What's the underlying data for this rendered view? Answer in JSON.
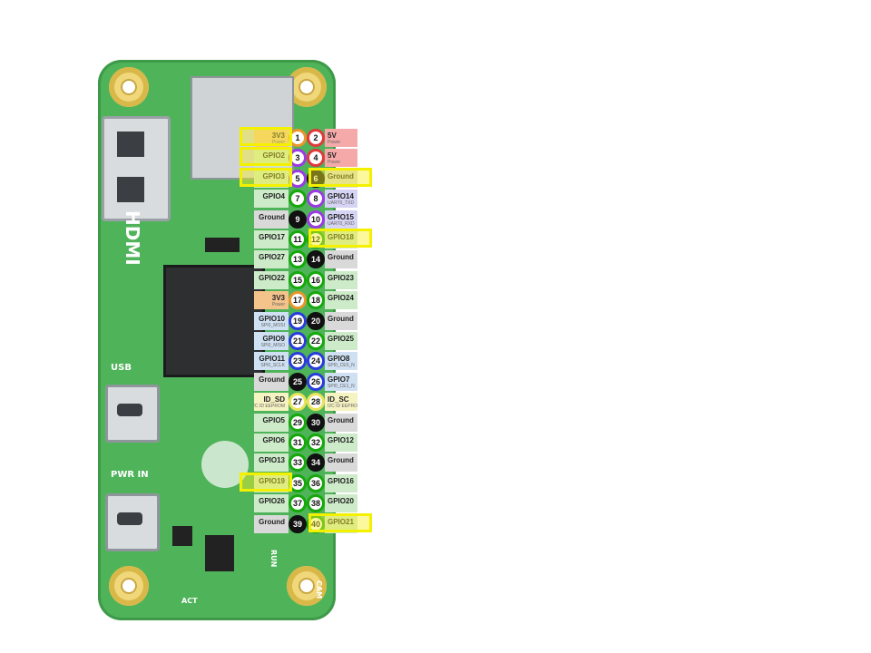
{
  "board": {
    "silkscreen": [
      "HDMI",
      "USB",
      "PWR IN",
      "ACT",
      "RUN",
      "CAM"
    ]
  },
  "colors": {
    "green": "#17a80c",
    "purple": "#9b3be3",
    "blue": "#2a3cdc",
    "power5v": "#e03a3a",
    "power3v3": "#e8962a",
    "ground": "#111111",
    "eeprom": "#e9e45a",
    "highlight": "#f3f000"
  },
  "pins": [
    {
      "n": "1",
      "label": "3V3",
      "sub": "Power",
      "bg": "#f4c38b",
      "ring": "#e8962a",
      "hl": true
    },
    {
      "n": "2",
      "label": "5V",
      "sub": "Power",
      "bg": "#f6a9a9",
      "ring": "#e03a3a",
      "hl": false
    },
    {
      "n": "3",
      "label": "GPIO2",
      "sub": "",
      "bg": "#cdeac9",
      "ring": "#9b3be3",
      "hl": true
    },
    {
      "n": "4",
      "label": "5V",
      "sub": "Power",
      "bg": "#f6a9a9",
      "ring": "#e03a3a",
      "hl": false
    },
    {
      "n": "5",
      "label": "GPIO3",
      "sub": "",
      "bg": "#cdeac9",
      "ring": "#9b3be3",
      "hl": true
    },
    {
      "n": "6",
      "label": "Ground",
      "sub": "",
      "bg": "#d9d9d9",
      "ring": "#111111",
      "hl": true
    },
    {
      "n": "7",
      "label": "GPIO4",
      "sub": "",
      "bg": "#cdeac9",
      "ring": "#17a80c",
      "hl": false
    },
    {
      "n": "8",
      "label": "GPIO14",
      "sub": "UART0_TXD",
      "bg": "#d6d4f4",
      "ring": "#9b3be3",
      "hl": false
    },
    {
      "n": "9",
      "label": "Ground",
      "sub": "",
      "bg": "#d9d9d9",
      "ring": "#111111",
      "hl": false
    },
    {
      "n": "10",
      "label": "GPIO15",
      "sub": "UART0_RXD",
      "bg": "#d6d4f4",
      "ring": "#9b3be3",
      "hl": false
    },
    {
      "n": "11",
      "label": "GPIO17",
      "sub": "",
      "bg": "#cdeac9",
      "ring": "#17a80c",
      "hl": false
    },
    {
      "n": "12",
      "label": "GPIO18",
      "sub": "",
      "bg": "#cdeac9",
      "ring": "#17a80c",
      "hl": true
    },
    {
      "n": "13",
      "label": "GPIO27",
      "sub": "",
      "bg": "#cdeac9",
      "ring": "#17a80c",
      "hl": false
    },
    {
      "n": "14",
      "label": "Ground",
      "sub": "",
      "bg": "#d9d9d9",
      "ring": "#111111",
      "hl": false
    },
    {
      "n": "15",
      "label": "GPIO22",
      "sub": "",
      "bg": "#cdeac9",
      "ring": "#17a80c",
      "hl": false
    },
    {
      "n": "16",
      "label": "GPIO23",
      "sub": "",
      "bg": "#cdeac9",
      "ring": "#17a80c",
      "hl": false
    },
    {
      "n": "17",
      "label": "3V3",
      "sub": "Power",
      "bg": "#f4c38b",
      "ring": "#e8962a",
      "hl": false
    },
    {
      "n": "18",
      "label": "GPIO24",
      "sub": "",
      "bg": "#cdeac9",
      "ring": "#17a80c",
      "hl": false
    },
    {
      "n": "19",
      "label": "GPIO10",
      "sub": "SPI0_MOSI",
      "bg": "#cfe0f2",
      "ring": "#2a3cdc",
      "hl": false
    },
    {
      "n": "20",
      "label": "Ground",
      "sub": "",
      "bg": "#d9d9d9",
      "ring": "#111111",
      "hl": false
    },
    {
      "n": "21",
      "label": "GPIO9",
      "sub": "SPI0_MISO",
      "bg": "#cfe0f2",
      "ring": "#2a3cdc",
      "hl": false
    },
    {
      "n": "22",
      "label": "GPIO25",
      "sub": "",
      "bg": "#cdeac9",
      "ring": "#17a80c",
      "hl": false
    },
    {
      "n": "23",
      "label": "GPIO11",
      "sub": "SPI0_SCLK",
      "bg": "#cfe0f2",
      "ring": "#2a3cdc",
      "hl": false
    },
    {
      "n": "24",
      "label": "GPIO8",
      "sub": "SPI0_CE0_N",
      "bg": "#cfe0f2",
      "ring": "#2a3cdc",
      "hl": false
    },
    {
      "n": "25",
      "label": "Ground",
      "sub": "",
      "bg": "#d9d9d9",
      "ring": "#111111",
      "hl": false
    },
    {
      "n": "26",
      "label": "GPIO7",
      "sub": "SPI0_CE1_N",
      "bg": "#cfe0f2",
      "ring": "#2a3cdc",
      "hl": false
    },
    {
      "n": "27",
      "label": "ID_SD",
      "sub": "I2C ID EEPROM",
      "bg": "#f6f3c2",
      "ring": "#e9e45a",
      "hl": false
    },
    {
      "n": "28",
      "label": "ID_SC",
      "sub": "I2C ID EEPROM",
      "bg": "#f6f3c2",
      "ring": "#e9e45a",
      "hl": false
    },
    {
      "n": "29",
      "label": "GPIO5",
      "sub": "",
      "bg": "#cdeac9",
      "ring": "#17a80c",
      "hl": false
    },
    {
      "n": "30",
      "label": "Ground",
      "sub": "",
      "bg": "#d9d9d9",
      "ring": "#111111",
      "hl": false
    },
    {
      "n": "31",
      "label": "GPIO6",
      "sub": "",
      "bg": "#cdeac9",
      "ring": "#17a80c",
      "hl": false
    },
    {
      "n": "32",
      "label": "GPIO12",
      "sub": "",
      "bg": "#cdeac9",
      "ring": "#17a80c",
      "hl": false
    },
    {
      "n": "33",
      "label": "GPIO13",
      "sub": "",
      "bg": "#cdeac9",
      "ring": "#17a80c",
      "hl": false
    },
    {
      "n": "34",
      "label": "Ground",
      "sub": "",
      "bg": "#d9d9d9",
      "ring": "#111111",
      "hl": false
    },
    {
      "n": "35",
      "label": "GPIO19",
      "sub": "",
      "bg": "#cdeac9",
      "ring": "#17a80c",
      "hl": true
    },
    {
      "n": "36",
      "label": "GPIO16",
      "sub": "",
      "bg": "#cdeac9",
      "ring": "#17a80c",
      "hl": false
    },
    {
      "n": "37",
      "label": "GPIO26",
      "sub": "",
      "bg": "#cdeac9",
      "ring": "#17a80c",
      "hl": false
    },
    {
      "n": "38",
      "label": "GPIO20",
      "sub": "",
      "bg": "#cdeac9",
      "ring": "#17a80c",
      "hl": false
    },
    {
      "n": "39",
      "label": "Ground",
      "sub": "",
      "bg": "#d9d9d9",
      "ring": "#111111",
      "hl": false
    },
    {
      "n": "40",
      "label": "GPIO21",
      "sub": "",
      "bg": "#cdeac9",
      "ring": "#17a80c",
      "hl": true
    }
  ]
}
